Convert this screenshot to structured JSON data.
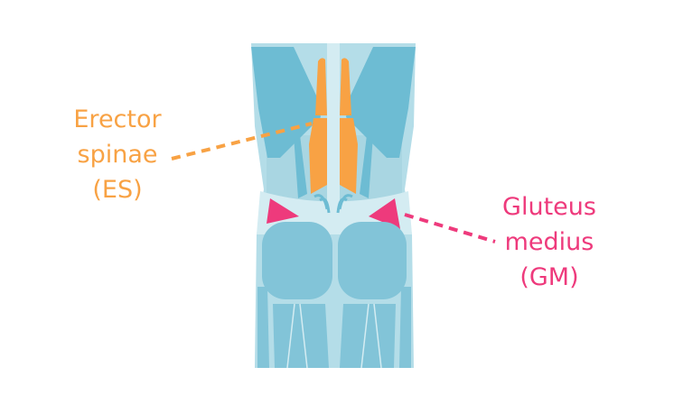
{
  "labels": {
    "erector_spinae": {
      "line1": "Erector",
      "line2": "spinae",
      "line3": "(ES)"
    },
    "gluteus_medius": {
      "line1": "Gluteus",
      "line2": "medius",
      "line3": "(GM)"
    }
  },
  "colors": {
    "erector_spinae": "#f8a244",
    "gluteus_medius": "#ee3a7c",
    "muscle": "#6dbcd3",
    "body": "#b4dde8"
  }
}
